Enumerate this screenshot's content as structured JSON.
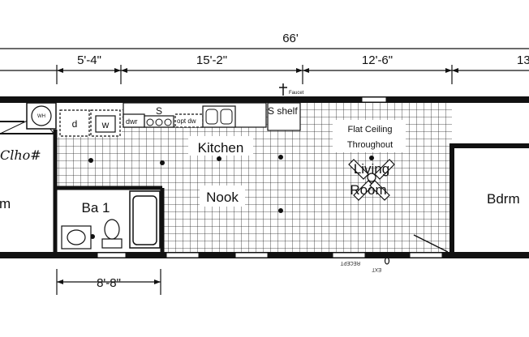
{
  "dimensions": {
    "overall": "66'",
    "seg1": "5'-4\"",
    "seg2": "15'-2\"",
    "seg3": "12'-6\"",
    "seg4": "13",
    "bath_width": "8'-8\""
  },
  "rooms": {
    "kitchen": "Kitchen",
    "nook": "Nook",
    "living_line1": "Living",
    "living_line2": "Room",
    "bath": "Ba 1",
    "bedroom": "Bdrm",
    "left_room_fragment": "m"
  },
  "notes": {
    "ceiling_line1": "Flat Ceiling",
    "ceiling_line2": "Throughout",
    "handwritten": "Clho#",
    "faucet": "Faucet",
    "recept": "RECEPT",
    "ext": "EXT"
  },
  "fixtures": {
    "dryer": "d",
    "washer": "w",
    "dishwasher": "dwr",
    "stove": "S",
    "opt_dw": "opt dw",
    "shelf": "S shelf",
    "wh": "WH"
  },
  "colors": {
    "line": "#111111",
    "background": "#ffffff"
  }
}
